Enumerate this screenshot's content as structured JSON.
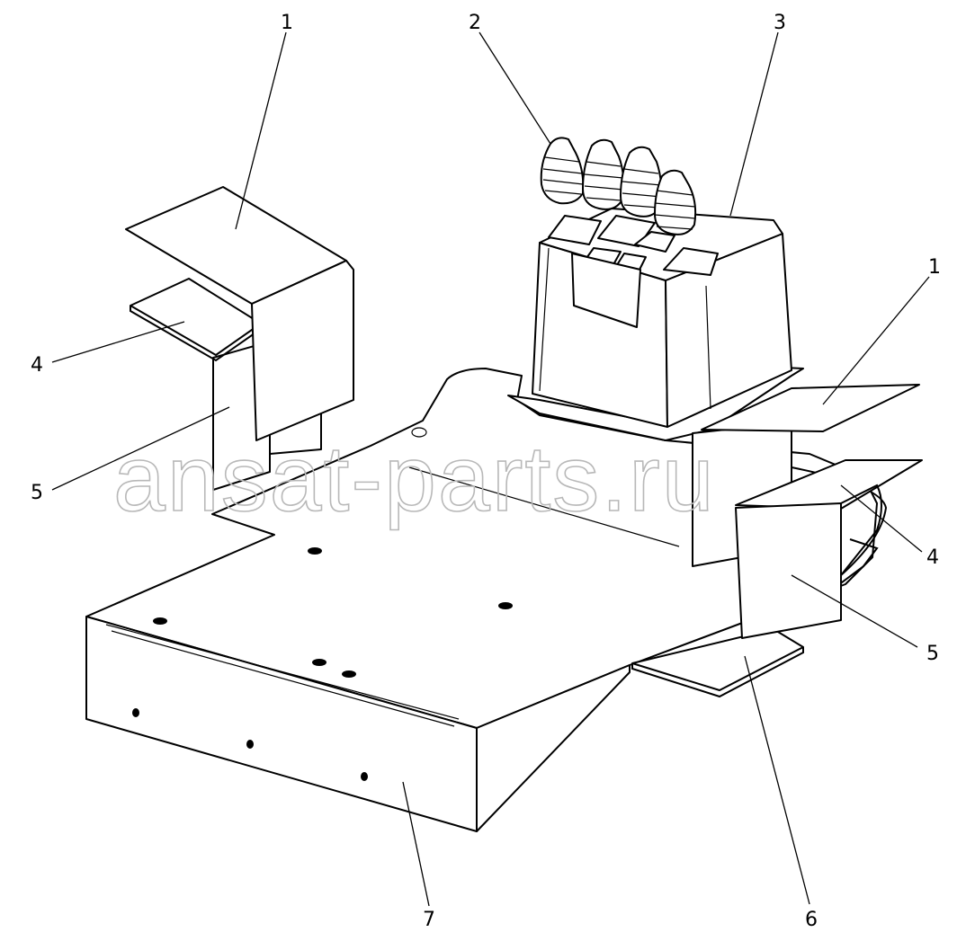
{
  "watermark": "ansat-parts.ru",
  "callouts": [
    {
      "id": "c1a",
      "text": "1"
    },
    {
      "id": "c2",
      "text": "2"
    },
    {
      "id": "c3",
      "text": "3"
    },
    {
      "id": "c1b",
      "text": "1"
    },
    {
      "id": "c4a",
      "text": "4"
    },
    {
      "id": "c5a",
      "text": "5"
    },
    {
      "id": "c4b",
      "text": "4"
    },
    {
      "id": "c5b",
      "text": "5"
    },
    {
      "id": "c7",
      "text": "7"
    },
    {
      "id": "c6",
      "text": "6"
    }
  ],
  "colors": {
    "line": "#000000",
    "background": "#ffffff",
    "watermark": "#b8b8b8"
  }
}
